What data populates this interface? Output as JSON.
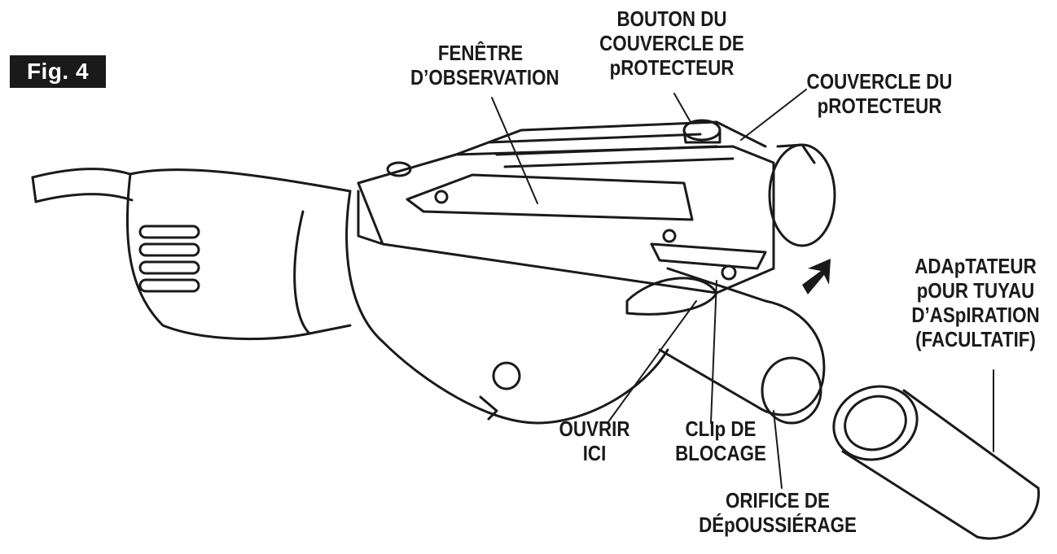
{
  "figure": {
    "label": "Fig. 4",
    "colors": {
      "ink": "#1a1a1a",
      "paper": "#ffffff",
      "badge": "#1a1a1a"
    }
  },
  "callouts": {
    "observation_window": [
      "FENÊTRE",
      "D’OBSERVATION"
    ],
    "guard_cover_knob": [
      "BOUTON DU",
      "COUVERCLE DE",
      "pROTECTEUR"
    ],
    "guard_cover": [
      "COUVERCLE DU",
      "pROTECTEUR"
    ],
    "vacuum_adapter": [
      "ADApTATEUR",
      "pOUR TUYAU",
      "D’ASpIRATION",
      "(FACULTATIF)"
    ],
    "open_here": [
      "OUVRIR",
      "ICI"
    ],
    "locking_clip": [
      "CLIp DE",
      "BLOCAGE"
    ],
    "dust_port": [
      "ORIFICE DE",
      "DÉpOUSSIÉRAGE"
    ]
  },
  "icons": {
    "direction_arrow": "arrow-up-right-icon"
  }
}
